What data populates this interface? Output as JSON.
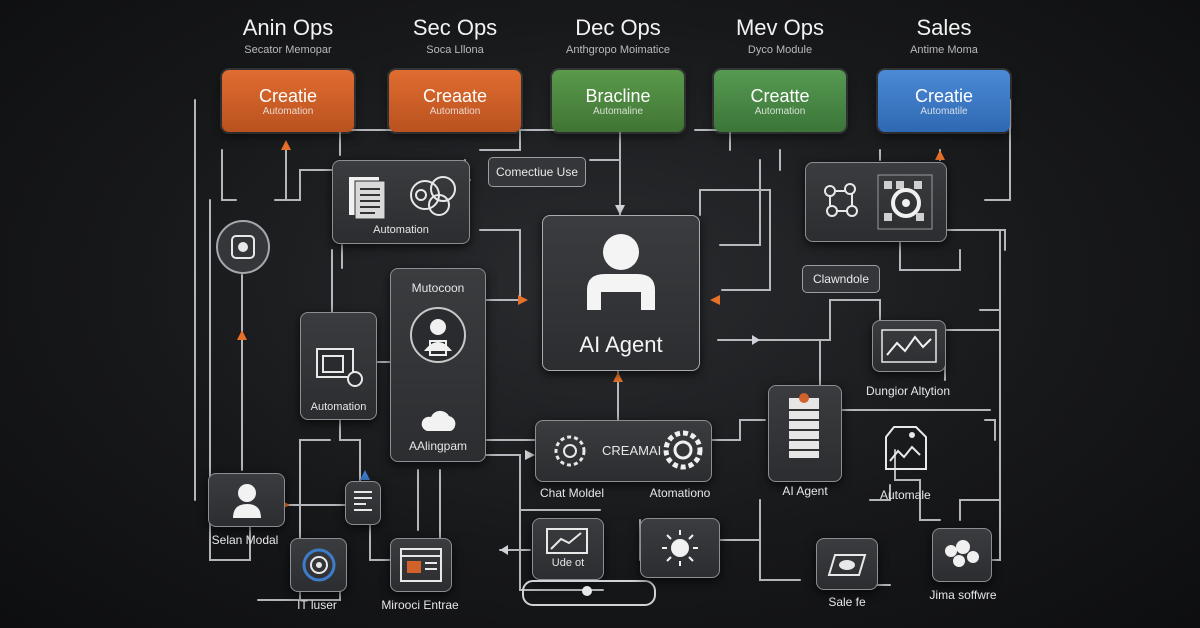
{
  "columns": [
    {
      "title": "Anin Ops",
      "subtitle": "Secator Memopar",
      "button": {
        "title": "Creatie",
        "subtitle": "Automation",
        "color": "#d2622b"
      }
    },
    {
      "title": "Sec Ops",
      "subtitle": "Soca Lllona",
      "button": {
        "title": "Creaate",
        "subtitle": "Automation",
        "color": "#d2622b"
      }
    },
    {
      "title": "Dec Ops",
      "subtitle": "Anthgropo Moimatice",
      "button": {
        "title": "Bracline",
        "subtitle": "Automaline",
        "color": "#4f8a41"
      }
    },
    {
      "title": "Mev Ops",
      "subtitle": "Dyco Module",
      "button": {
        "title": "Creatte",
        "subtitle": "Automation",
        "color": "#4a8c48"
      }
    },
    {
      "title": "Sales",
      "subtitle": "Antime Moma",
      "button": {
        "title": "Creatie",
        "subtitle": "Automatile",
        "color": "#3d7cc9"
      }
    }
  ],
  "labels": {
    "connective_use": "Comectiue Use",
    "automation_top": "Automation",
    "mutocoon": "Mutocoon",
    "automation_mid": "Automation",
    "aalinpam": "AAlingpam",
    "ai_agent_center": "AI Agent",
    "cloundole": "Clawndole",
    "dunglor_alltytion": "Dungior Altytion",
    "creanai": "CREAMAI",
    "chat_model": "Chat Moldel",
    "automationo": "Atomationo",
    "ai_agent_small": "AI Agent",
    "automale": "Automale",
    "selan_model": "Selan Modal",
    "it_user": "IT luser",
    "mirooci_entrae": "Mirooci Entrae",
    "ude_ot": "Ude ot",
    "sale_fe": "Sale fe",
    "jima_softwre": "Jima soffwre"
  },
  "colors": {
    "wire": "#cfd2d6",
    "accent_orange": "#e8712a",
    "accent_blue": "#3d7cc9"
  }
}
